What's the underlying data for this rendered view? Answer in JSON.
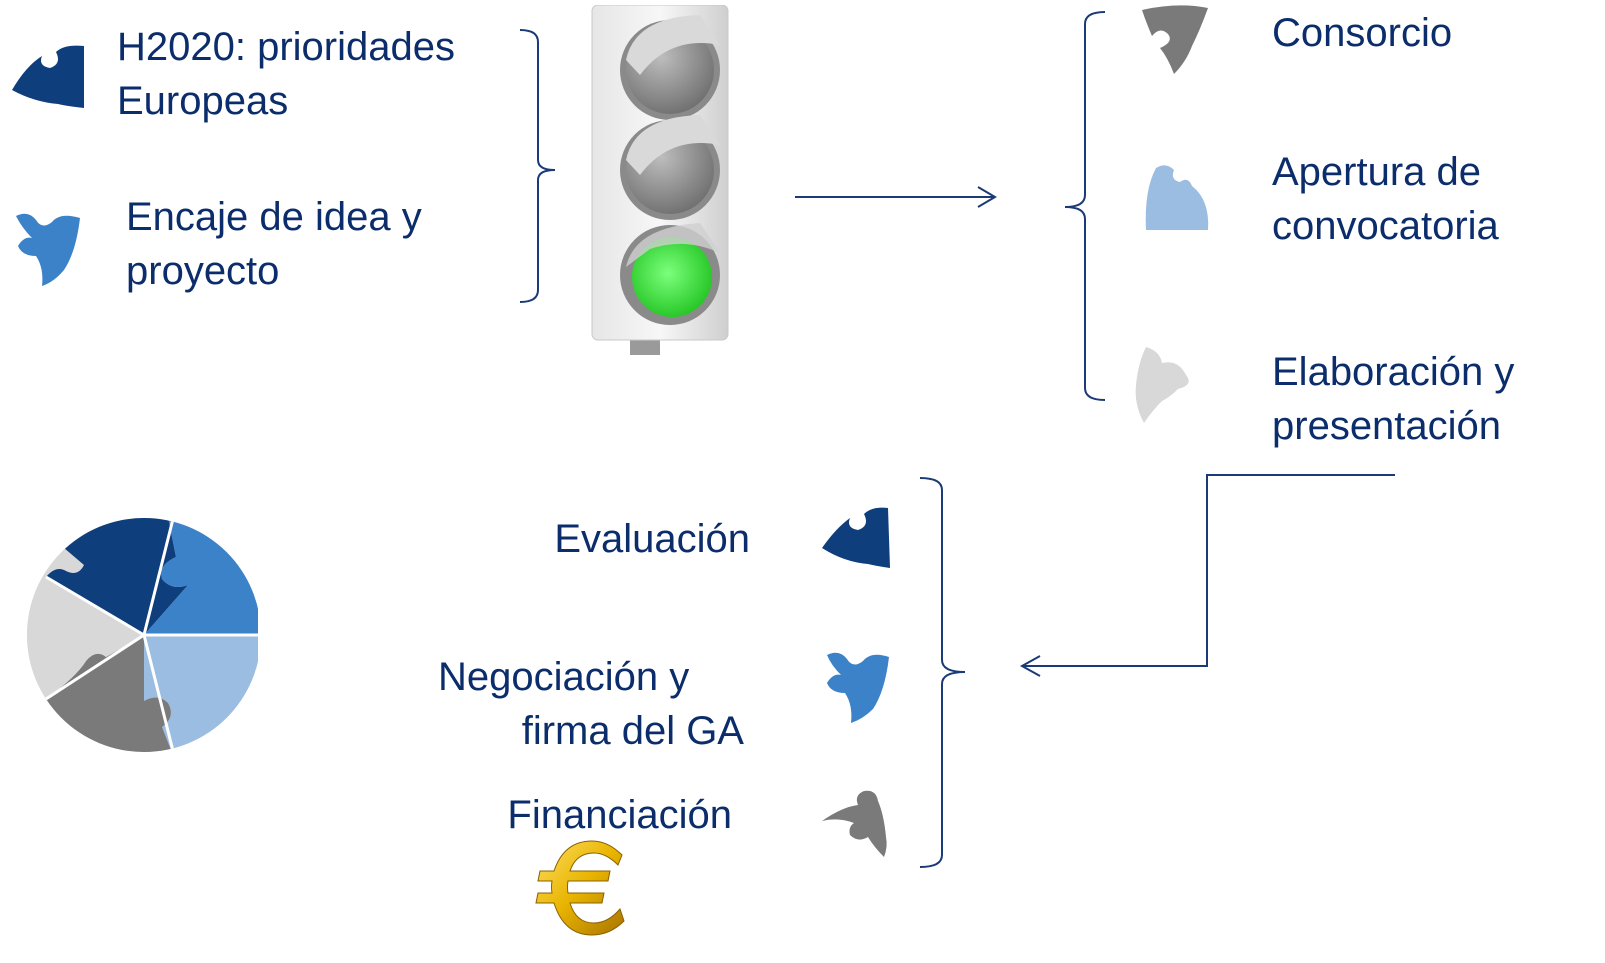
{
  "colors": {
    "text": "#0c2d6b",
    "connector": "#1a3a78",
    "dark_blue": "#0e3e7c",
    "mid_blue": "#3c82c8",
    "light_blue": "#9cbde2",
    "gray": "#7a7a7a",
    "light_gray": "#d8d8d8",
    "green_light": "#44dd44",
    "euro_gold": "#e8b400"
  },
  "left_group": {
    "item1": {
      "line1": "H2020: prioridades",
      "line2": "Europeas",
      "icon": "puzzle-piece-dark-blue"
    },
    "item2": {
      "line1": "Encaje de idea y",
      "line2": "proyecto",
      "icon": "puzzle-piece-mid-blue"
    }
  },
  "center_icon": "traffic-light-green",
  "right_group": {
    "item1": {
      "line1": "Consorcio",
      "icon": "puzzle-piece-gray"
    },
    "item2": {
      "line1": "Apertura de",
      "line2": "convocatoria",
      "icon": "puzzle-piece-light-blue"
    },
    "item3": {
      "line1": "Elaboración y",
      "line2": "presentación",
      "icon": "puzzle-piece-light-gray"
    }
  },
  "bottom_group": {
    "item1": {
      "line1": "Evaluación",
      "icon": "puzzle-piece-dark-blue"
    },
    "item2": {
      "line1": "Negociación y",
      "line2": "firma del GA",
      "icon": "puzzle-piece-mid-blue"
    },
    "item3": {
      "line1": "Financiación",
      "icon": "puzzle-piece-gray"
    }
  },
  "bottom_left_icon": "puzzle-circle",
  "euro_icon": "euro-sign"
}
